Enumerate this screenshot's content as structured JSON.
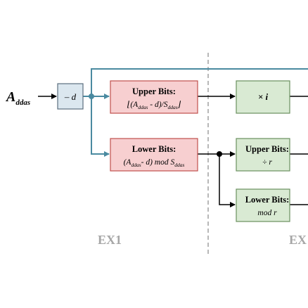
{
  "diagram": {
    "input": {
      "main": "A",
      "sub": "ddas"
    },
    "subtract_block": {
      "label": "– d"
    },
    "upper_bits_block": {
      "title": "Upper Bits:",
      "expr": {
        "open": "⌊(A",
        "sub1": "ddas",
        "mid": " - d)/S",
        "sub2": "ddas",
        "close": "⌋"
      }
    },
    "lower_bits_block": {
      "title": "Lower Bits:",
      "expr": {
        "open": "(A",
        "sub1": "ddas",
        "mid": "- d) mod S",
        "sub2": "ddas"
      }
    },
    "multiply_block": {
      "label": "× i"
    },
    "upper_bits_r_block": {
      "title": "Upper Bits:",
      "expr": "÷ r"
    },
    "lower_bits_r_block": {
      "title": "Lower Bits:",
      "expr": "mod r"
    },
    "stages": {
      "stage1": "EX1",
      "stage2": "EX"
    },
    "colors": {
      "pink_fill": "#f7cfd0",
      "pink_border": "#c0504d",
      "green_fill": "#d9ead3",
      "green_border": "#6a8f5f",
      "blue_fill": "#dbe7ef",
      "blue_border": "#5c6f7e",
      "teal_line": "#4a8aa0",
      "stage_gray": "#a6a6a6"
    }
  }
}
